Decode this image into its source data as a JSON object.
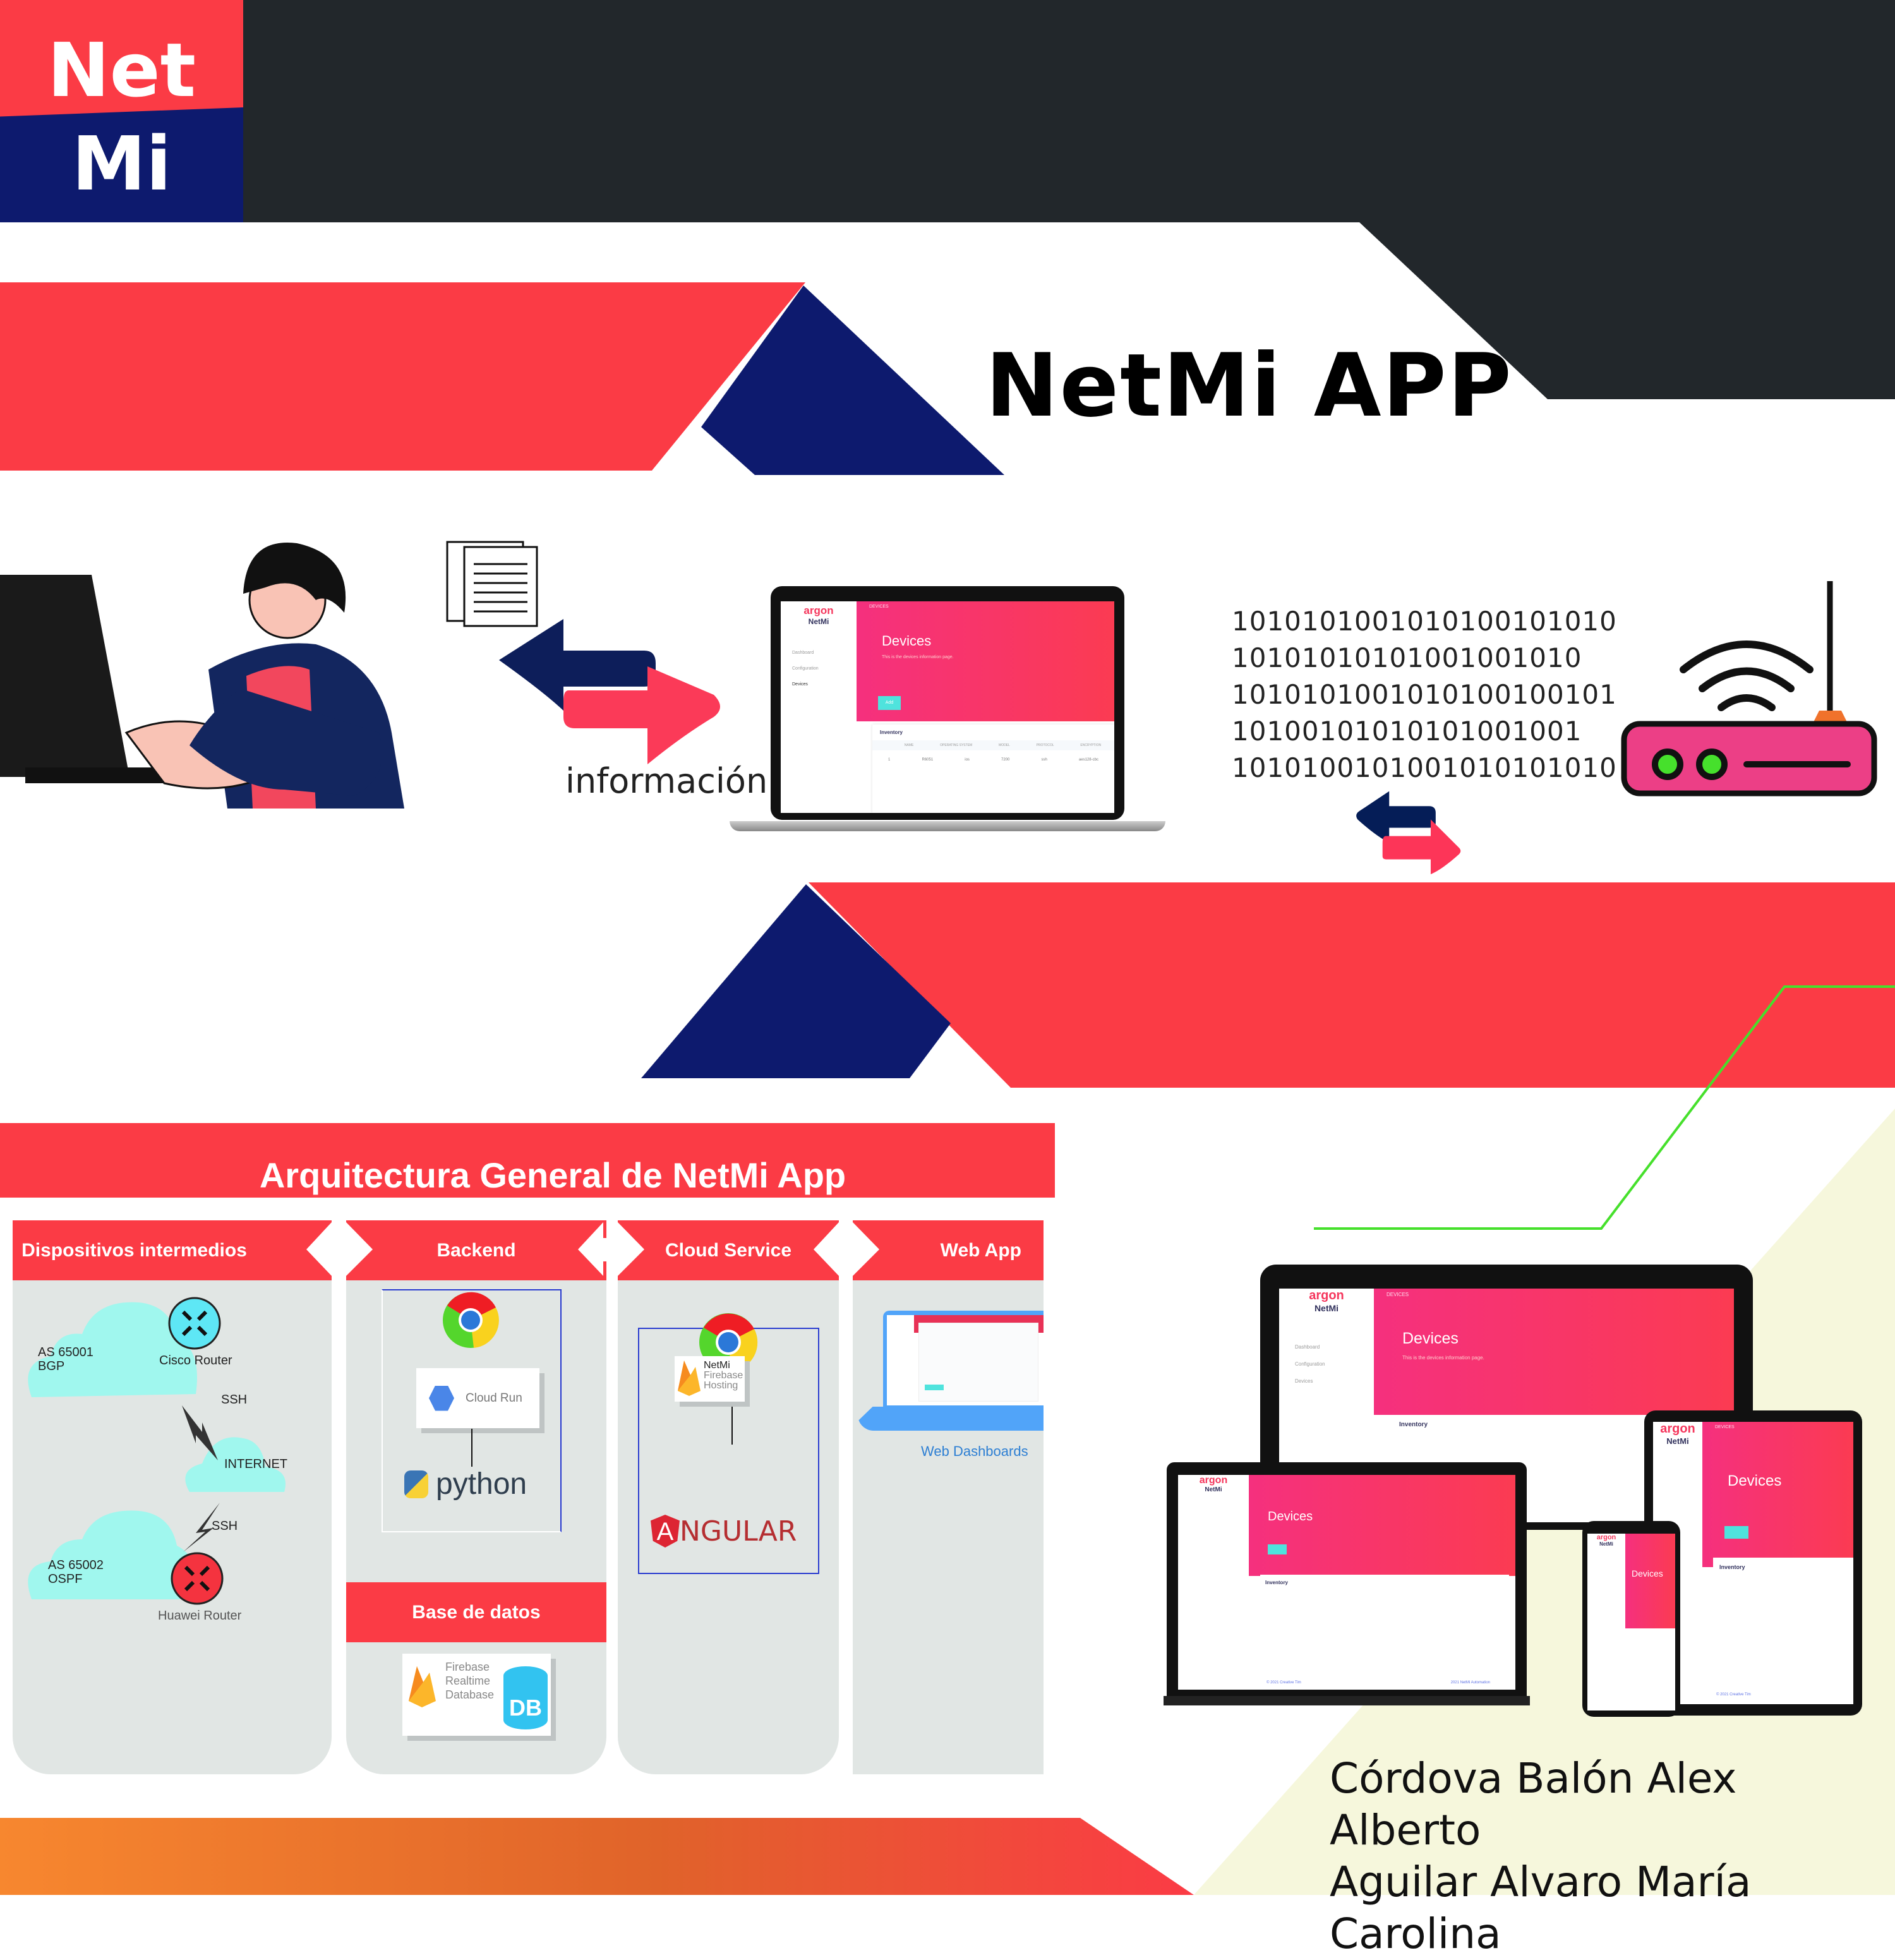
{
  "logo": {
    "line1": "Net",
    "line2": "Mi"
  },
  "title": "NetMi APP",
  "flow": {
    "label": "información",
    "binary_lines": [
      "1010101001010100101010",
      "10101010101001001010",
      "1010101001010100100101",
      "10100101010101001001",
      "1010100101001010101010"
    ]
  },
  "app_screen": {
    "brand": "argon",
    "app_name": "NetMi",
    "breadcrumb": "DEVICES",
    "heading": "Devices",
    "subheading": "This is the devices information page.",
    "add_button": "Add",
    "nav": [
      "Dashboard",
      "Configuration",
      "Devices"
    ],
    "card_title": "Inventory",
    "columns": [
      "NAME",
      "OPERATING SYSTEM",
      "MODEL",
      "PROTOCOL",
      "ENCRYPTION"
    ],
    "row": [
      "1",
      "R6051",
      "ios",
      "7200",
      "ssh",
      "aes128-cbc"
    ],
    "footer_left": "© 2021 Creative Tim",
    "footer_right": "2021 NetMi Automation"
  },
  "architecture": {
    "title": "Arquitectura General de NetMi App",
    "columns": [
      {
        "header": "Dispositivos intermedios"
      },
      {
        "header": "Backend"
      },
      {
        "header": "Cloud Service"
      },
      {
        "header": "Web App"
      }
    ],
    "devices": {
      "as1": "AS 65001",
      "proto1": "BGP",
      "router1": "Cisco Router",
      "ssh1": "SSH",
      "internet": "INTERNET",
      "ssh2": "SSH",
      "as2": "AS 65002",
      "proto2": "OSPF",
      "router2": "Huawei Router"
    },
    "backend": {
      "cloud_run": "Cloud Run",
      "python": "python",
      "db_header": "Base de datos",
      "db_l1": "Firebase",
      "db_l2": "Realtime",
      "db_l3": "Database",
      "db_badge": "DB"
    },
    "cloud": {
      "h1": "NetMi",
      "h2": "Firebase",
      "h3": "Hosting",
      "angular": "NGULAR",
      "angular_a": "A"
    },
    "webapp": {
      "caption": "Web Dashboards"
    }
  },
  "authors": [
    "Córdova Balón Alex Alberto",
    "Aguilar Alvaro María Carolina"
  ],
  "colors": {
    "red": "#fb3b45",
    "navy": "#0d1a6e",
    "dark": "#22272b",
    "pink": "#f5307e",
    "green": "#46e02c",
    "cream": "#f6f7dc"
  }
}
